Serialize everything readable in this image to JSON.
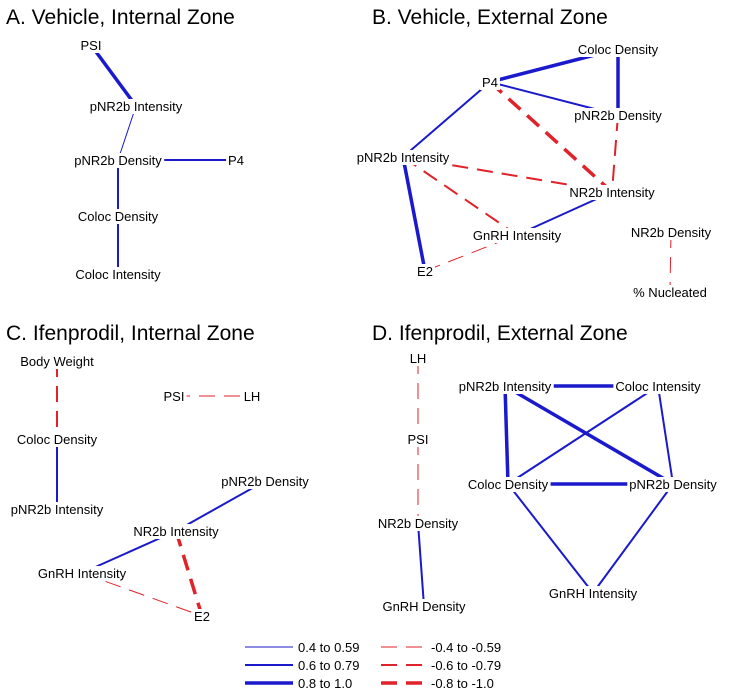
{
  "legend": {
    "positive": [
      "0.4 to 0.59",
      "0.6 to 0.79",
      "0.8 to 1.0"
    ],
    "negative": [
      "-0.4 to -0.59",
      "-0.6 to -0.79",
      "-0.8 to -1.0"
    ]
  },
  "colors": {
    "positive": "#1a1acc",
    "negative": "#e0222a"
  },
  "panels": [
    {
      "id": "A",
      "title": "A. Vehicle, Internal Zone",
      "nodes": {
        "PSI": "PSI",
        "pNR2bI": "pNR2b Intensity",
        "pNR2bD": "pNR2b Density",
        "P4": "P4",
        "ColocD": "Coloc Density",
        "ColocI": "Coloc Intensity"
      },
      "edges": [
        [
          "PSI",
          "pNR2bI",
          "pos",
          3
        ],
        [
          "pNR2bI",
          "pNR2bD",
          "pos",
          1
        ],
        [
          "pNR2bD",
          "P4",
          "pos",
          2
        ],
        [
          "pNR2bD",
          "ColocD",
          "pos",
          2
        ],
        [
          "ColocD",
          "ColocI",
          "pos",
          2
        ]
      ]
    },
    {
      "id": "B",
      "title": "B. Vehicle, External Zone",
      "nodes": {
        "ColocD": "Coloc Density",
        "P4": "P4",
        "pNR2bD": "pNR2b Density",
        "pNR2bI": "pNR2b Intensity",
        "NR2bI": "NR2b Intensity",
        "GnRHI": "GnRH Intensity",
        "E2": "E2",
        "NR2bD": "NR2b Density",
        "Nuc": "% Nucleated"
      },
      "edges": [
        [
          "P4",
          "ColocD",
          "pos",
          3
        ],
        [
          "ColocD",
          "pNR2bD",
          "pos",
          3
        ],
        [
          "P4",
          "pNR2bD",
          "pos",
          2
        ],
        [
          "pNR2bD",
          "NR2bI",
          "neg",
          2
        ],
        [
          "P4",
          "NR2bI",
          "neg",
          3
        ],
        [
          "P4",
          "pNR2bI",
          "pos",
          2
        ],
        [
          "pNR2bI",
          "NR2bI",
          "neg",
          2
        ],
        [
          "pNR2bI",
          "GnRHI",
          "neg",
          2
        ],
        [
          "pNR2bI",
          "E2",
          "pos",
          3
        ],
        [
          "GnRHI",
          "NR2bI",
          "pos",
          2
        ],
        [
          "E2",
          "GnRHI",
          "neg",
          1
        ],
        [
          "NR2bD",
          "Nuc",
          "neg",
          1
        ]
      ]
    },
    {
      "id": "C",
      "title": "C. Ifenprodil, Internal Zone",
      "nodes": {
        "BW": "Body Weight",
        "PSI": "PSI",
        "LH": "LH",
        "ColocD": "Coloc Density",
        "pNR2bI": "pNR2b Intensity",
        "pNR2bD": "pNR2b Density",
        "NR2bI": "NR2b Intensity",
        "GnRHI": "GnRH Intensity",
        "E2": "E2"
      },
      "edges": [
        [
          "BW",
          "ColocD",
          "neg",
          2
        ],
        [
          "PSI",
          "LH",
          "neg",
          1
        ],
        [
          "ColocD",
          "pNR2bI",
          "pos",
          2
        ],
        [
          "pNR2bD",
          "NR2bI",
          "pos",
          2
        ],
        [
          "NR2bI",
          "GnRHI",
          "pos",
          2
        ],
        [
          "NR2bI",
          "E2",
          "neg",
          3
        ],
        [
          "GnRHI",
          "E2",
          "neg",
          1
        ]
      ]
    },
    {
      "id": "D",
      "title": "D. Ifenprodil, External Zone",
      "nodes": {
        "LH": "LH",
        "PSI": "PSI",
        "NR2bD": "NR2b Density",
        "GnRHD": "GnRH Density",
        "pNR2bI": "pNR2b Intensity",
        "ColocI": "Coloc Intensity",
        "ColocD": "Coloc Density",
        "pNR2bD": "pNR2b Density",
        "GnRHI": "GnRH Intensity"
      },
      "edges": [
        [
          "LH",
          "PSI",
          "neg",
          1
        ],
        [
          "PSI",
          "NR2bD",
          "neg",
          1
        ],
        [
          "NR2bD",
          "GnRHD",
          "pos",
          2
        ],
        [
          "pNR2bI",
          "ColocI",
          "pos",
          3
        ],
        [
          "pNR2bI",
          "ColocD",
          "pos",
          3
        ],
        [
          "pNR2bI",
          "pNR2bD",
          "pos",
          3
        ],
        [
          "ColocI",
          "ColocD",
          "pos",
          2
        ],
        [
          "ColocI",
          "pNR2bD",
          "pos",
          2
        ],
        [
          "ColocD",
          "pNR2bD",
          "pos",
          3
        ],
        [
          "ColocD",
          "GnRHI",
          "pos",
          2
        ],
        [
          "pNR2bD",
          "GnRHI",
          "pos",
          2
        ]
      ]
    }
  ]
}
